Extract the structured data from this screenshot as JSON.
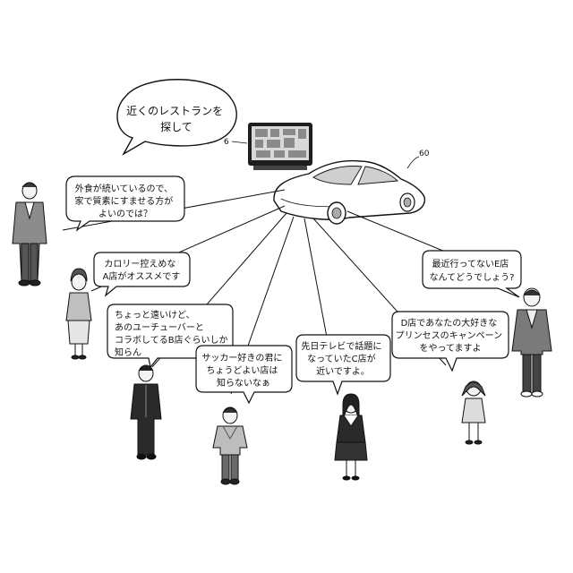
{
  "top_bubble": {
    "lines": [
      "近くのレストランを",
      "探して"
    ]
  },
  "reference_numbers": {
    "display": "6",
    "car": "60"
  },
  "bubbles": [
    {
      "id": "man-left",
      "lines": [
        "外食が続いているので、",
        "家で質素にすませる方が",
        "よいのでは？"
      ]
    },
    {
      "id": "woman-left",
      "lines": [
        "カロリー控えめな",
        "A店がオススメです"
      ]
    },
    {
      "id": "boy-uniform",
      "lines": [
        "ちょっと遠いけど、",
        "あのユーチューバーと",
        "コラボしてるB店ぐらいしか",
        "知らん"
      ]
    },
    {
      "id": "boy-soccer",
      "lines": [
        "サッカー好きの君に",
        "ちょうどよい店は",
        "知らないなぁ"
      ]
    },
    {
      "id": "girl-sailor",
      "lines": [
        "先日テレビで話題に",
        "なっていたC店が",
        "近いですよ。"
      ]
    },
    {
      "id": "girl-small",
      "lines": [
        "D店であなたの大好きな",
        "プリンセスのキャンペーン",
        "をやってますよ"
      ]
    },
    {
      "id": "man-right",
      "lines": [
        "最近行ってないE店",
        "なんてどうでしょう?"
      ]
    }
  ]
}
